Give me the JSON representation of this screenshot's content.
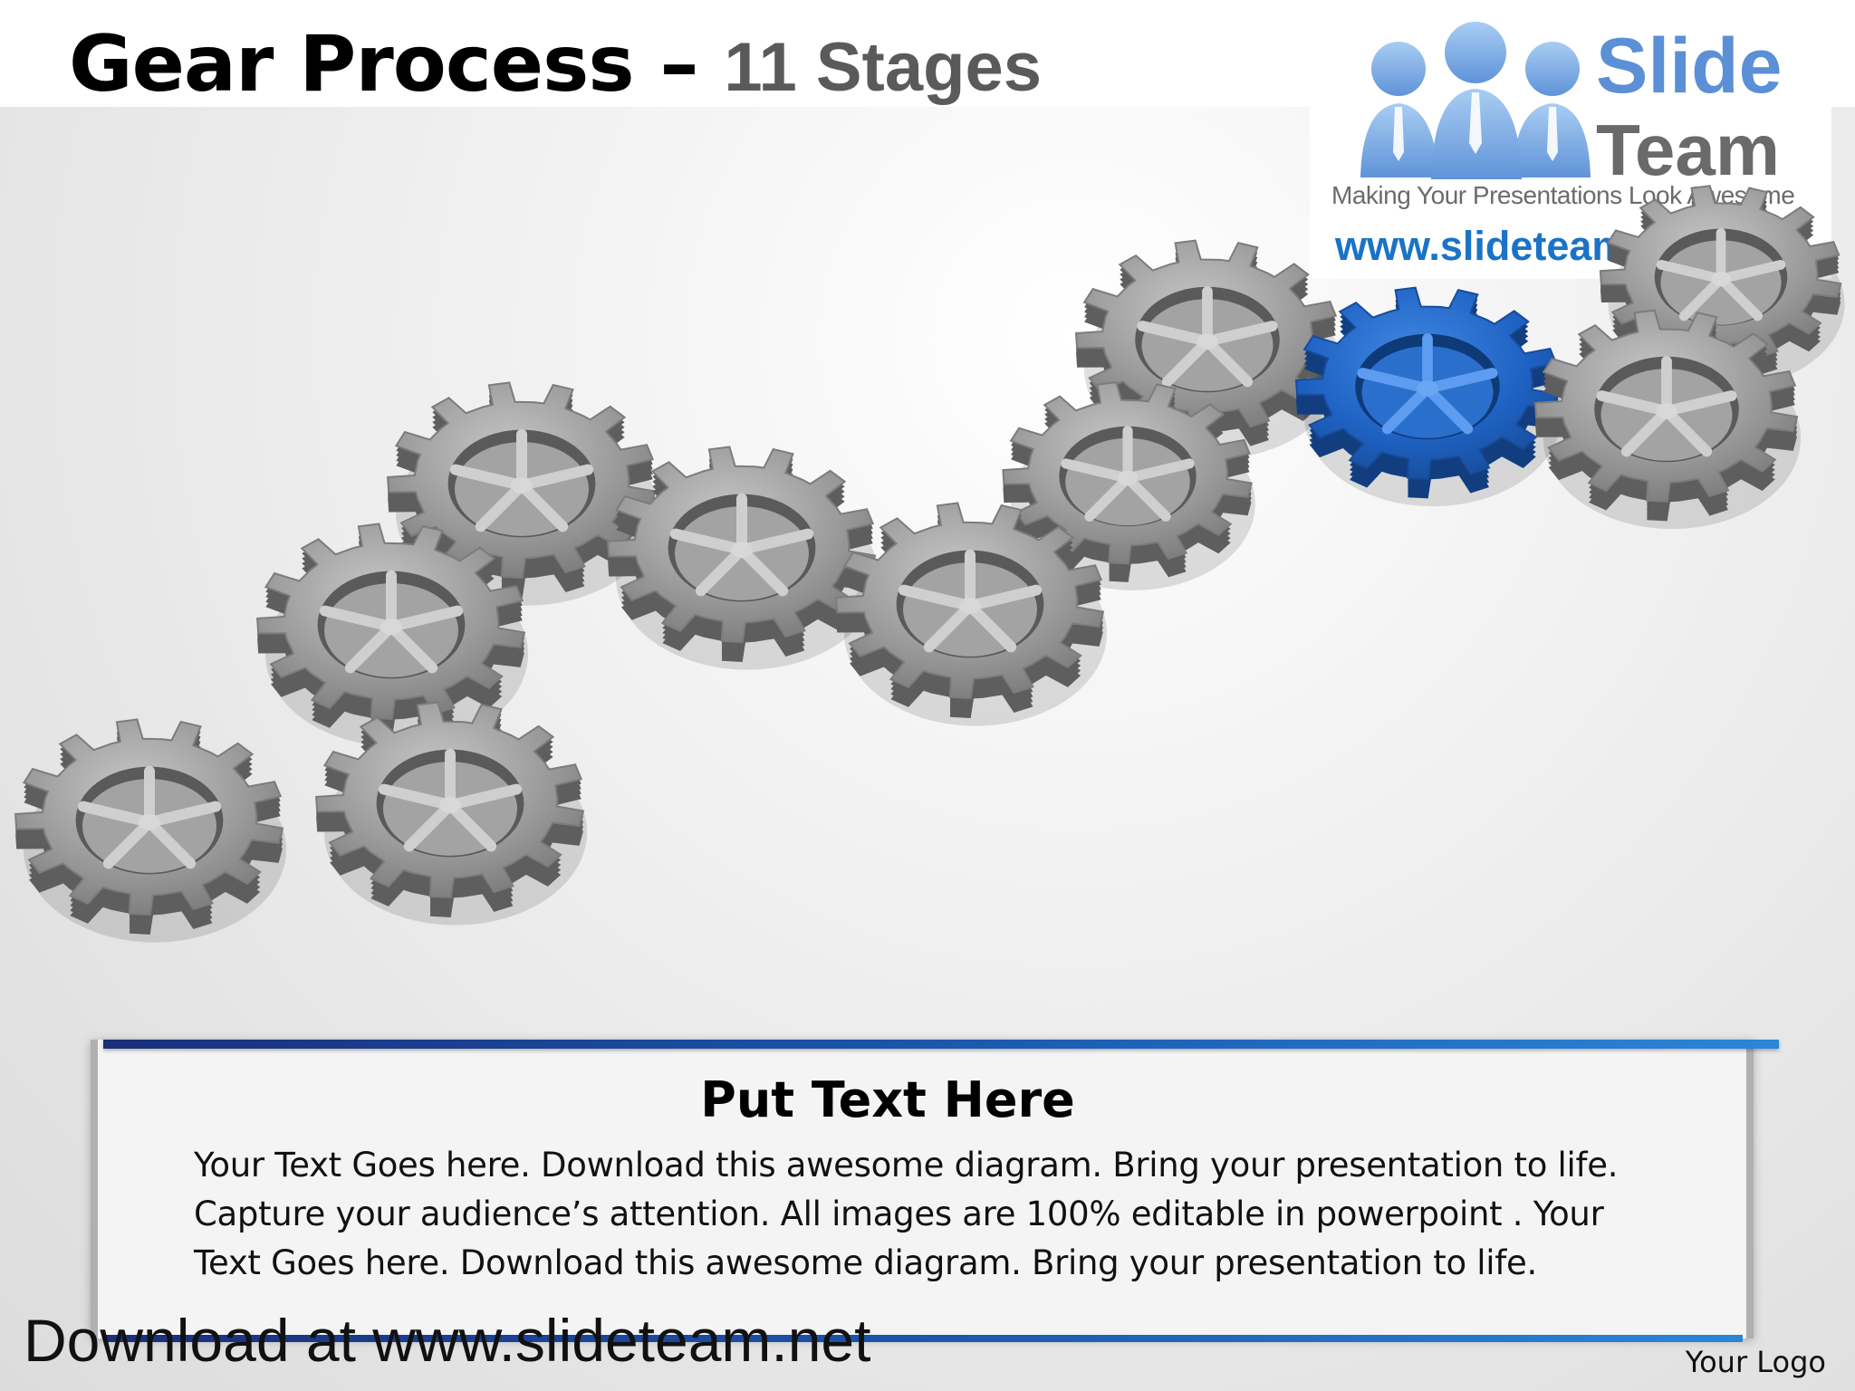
{
  "slide": {
    "title_main": "Gear Process – ",
    "title_sub": "11 Stages"
  },
  "logo": {
    "word_slide": "Slide",
    "word_team": "Team",
    "tagline": "Making Your Presentations Look Awesome",
    "url": "www.slideteam.net",
    "people_color": "#6fa4e6"
  },
  "diagram": {
    "stage_count": 11,
    "highlighted_stage": 9,
    "gear_color": "#8f8f8f",
    "highlight_color": "#1f63c4",
    "stages": [
      {
        "n": 1,
        "highlight": false
      },
      {
        "n": 2,
        "highlight": false
      },
      {
        "n": 3,
        "highlight": false
      },
      {
        "n": 4,
        "highlight": false
      },
      {
        "n": 5,
        "highlight": false
      },
      {
        "n": 6,
        "highlight": false
      },
      {
        "n": 7,
        "highlight": false
      },
      {
        "n": 8,
        "highlight": false
      },
      {
        "n": 9,
        "highlight": true
      },
      {
        "n": 10,
        "highlight": false
      },
      {
        "n": 11,
        "highlight": false
      }
    ]
  },
  "text_panel": {
    "heading": "Put Text Here",
    "lines": [
      "Your Text Goes here. Download this awesome diagram. Bring your presentation to life.",
      "Capture your audience’s attention. All images are 100% editable in powerpoint . Your",
      "Text Goes here. Download this awesome diagram. Bring your presentation to life."
    ],
    "bar_color": "#1a52a8"
  },
  "footer": {
    "download": "Download at www.slideteam.net",
    "your_logo": "Your Logo"
  }
}
